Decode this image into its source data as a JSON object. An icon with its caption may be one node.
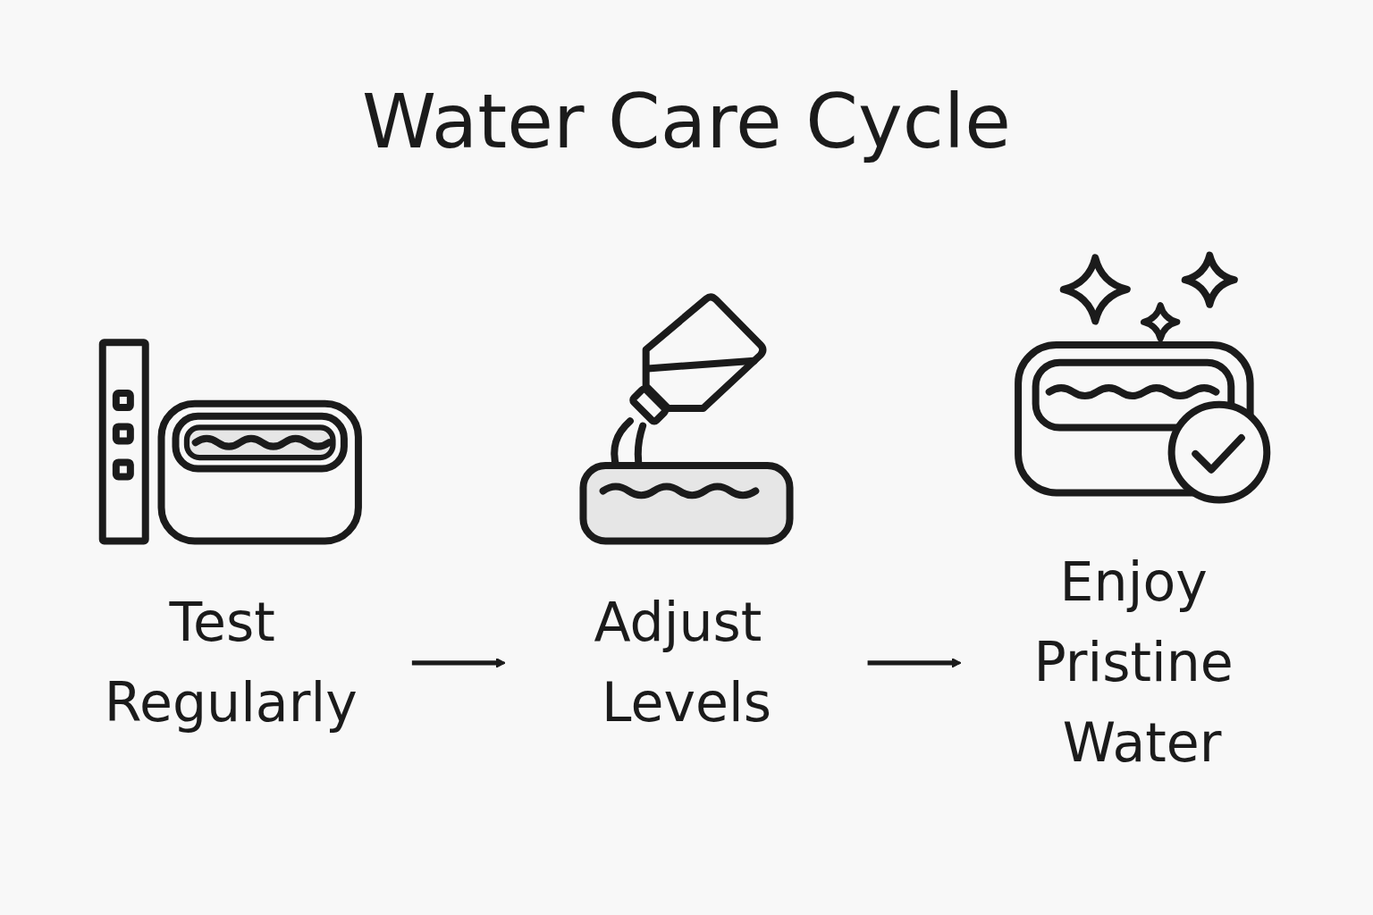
{
  "diagram": {
    "title": "Water Care Cycle",
    "nodes": [
      {
        "text": [
          "Test Regularly"
        ]
      },
      {
        "text": [
          "Adjust Levels"
        ]
      },
      {
        "text": [
          "Enjoy Pristine Water"
        ]
      }
    ],
    "edges": [
      {
        "from": 0,
        "to": 1,
        "arrow": "to"
      },
      {
        "from": 1,
        "to": 2,
        "arrow": "to"
      }
    ]
  }
}
